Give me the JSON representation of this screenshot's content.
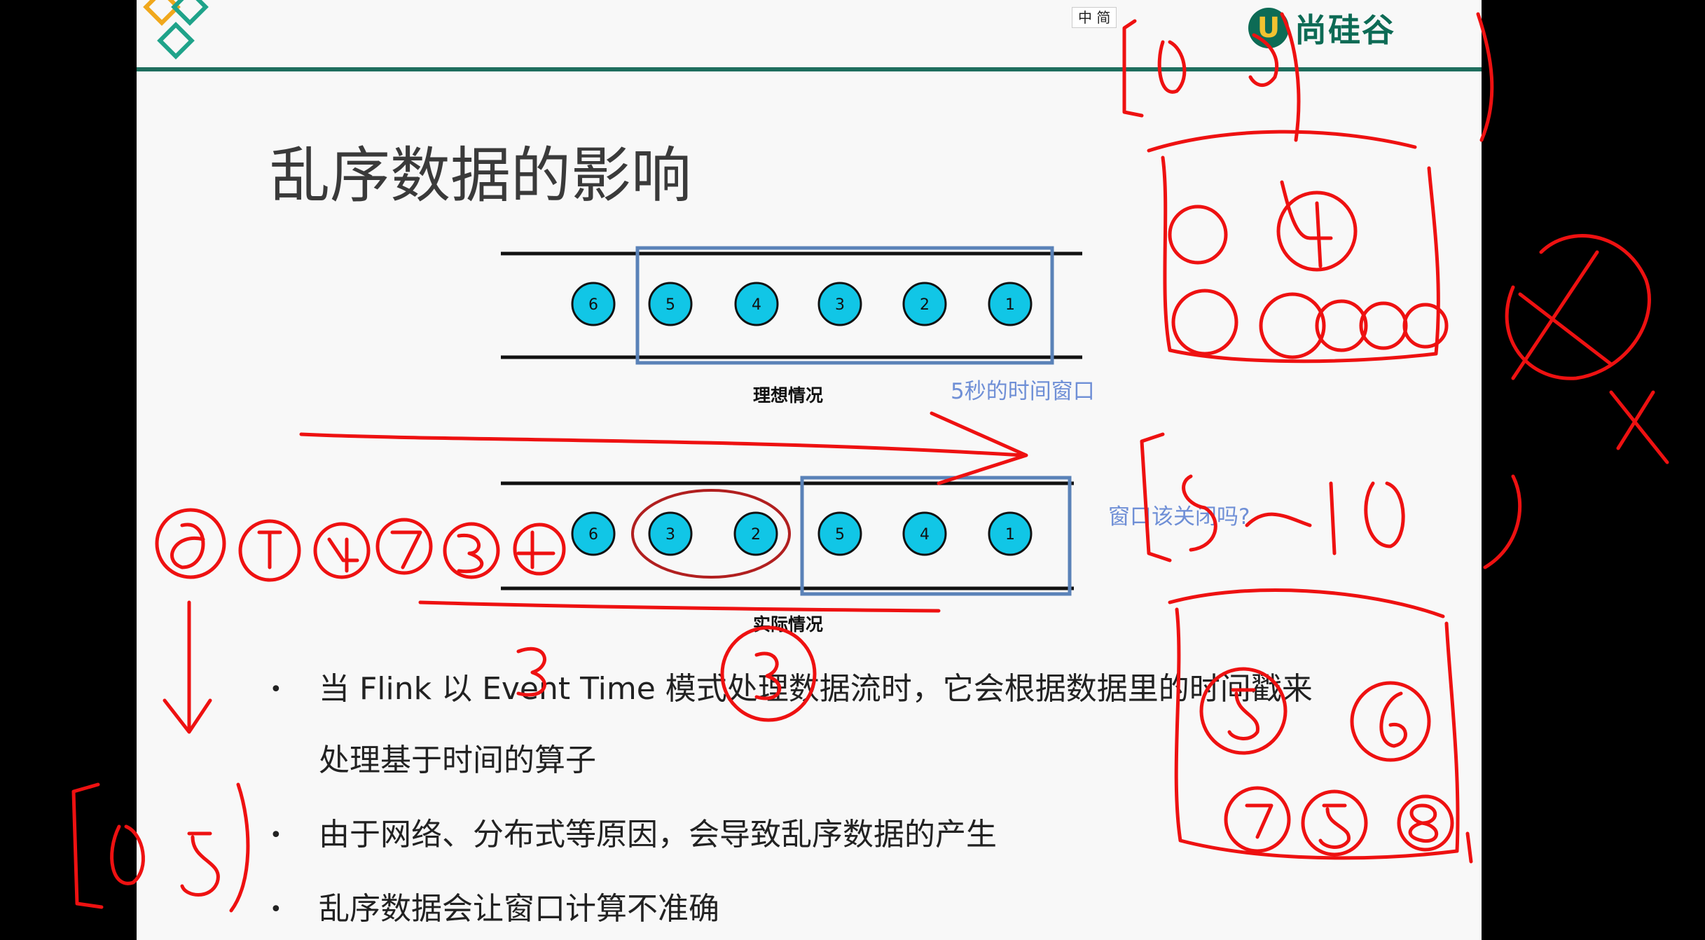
{
  "ime_bar": {
    "label": "中 简"
  },
  "brand": {
    "logo_letter": "U",
    "name": "尚硅谷"
  },
  "slide": {
    "title": "乱序数据的影响",
    "ideal_diagram": {
      "caption": "理想情况",
      "window_label": "5秒的时间窗口",
      "events": [
        "6",
        "5",
        "4",
        "3",
        "2",
        "1"
      ]
    },
    "actual_diagram": {
      "caption": "实际情况",
      "window_question": "窗口该关闭吗?",
      "events": [
        "6",
        "3",
        "2",
        "5",
        "4",
        "1"
      ]
    },
    "bullets": [
      "当 Flink 以 Event Time 模式处理数据流时，它会根据数据里的时间戳来",
      "处理基于时间的算子",
      "由于网络、分布式等原因，会导致乱序数据的产生",
      "乱序数据会让窗口计算不准确"
    ]
  },
  "colors": {
    "event_circle": "#11c6e6",
    "window_border": "#5a82b8",
    "header_line": "#1f6e5e",
    "annotation": "#ee1111",
    "oval_highlight": "#b11f1f"
  }
}
